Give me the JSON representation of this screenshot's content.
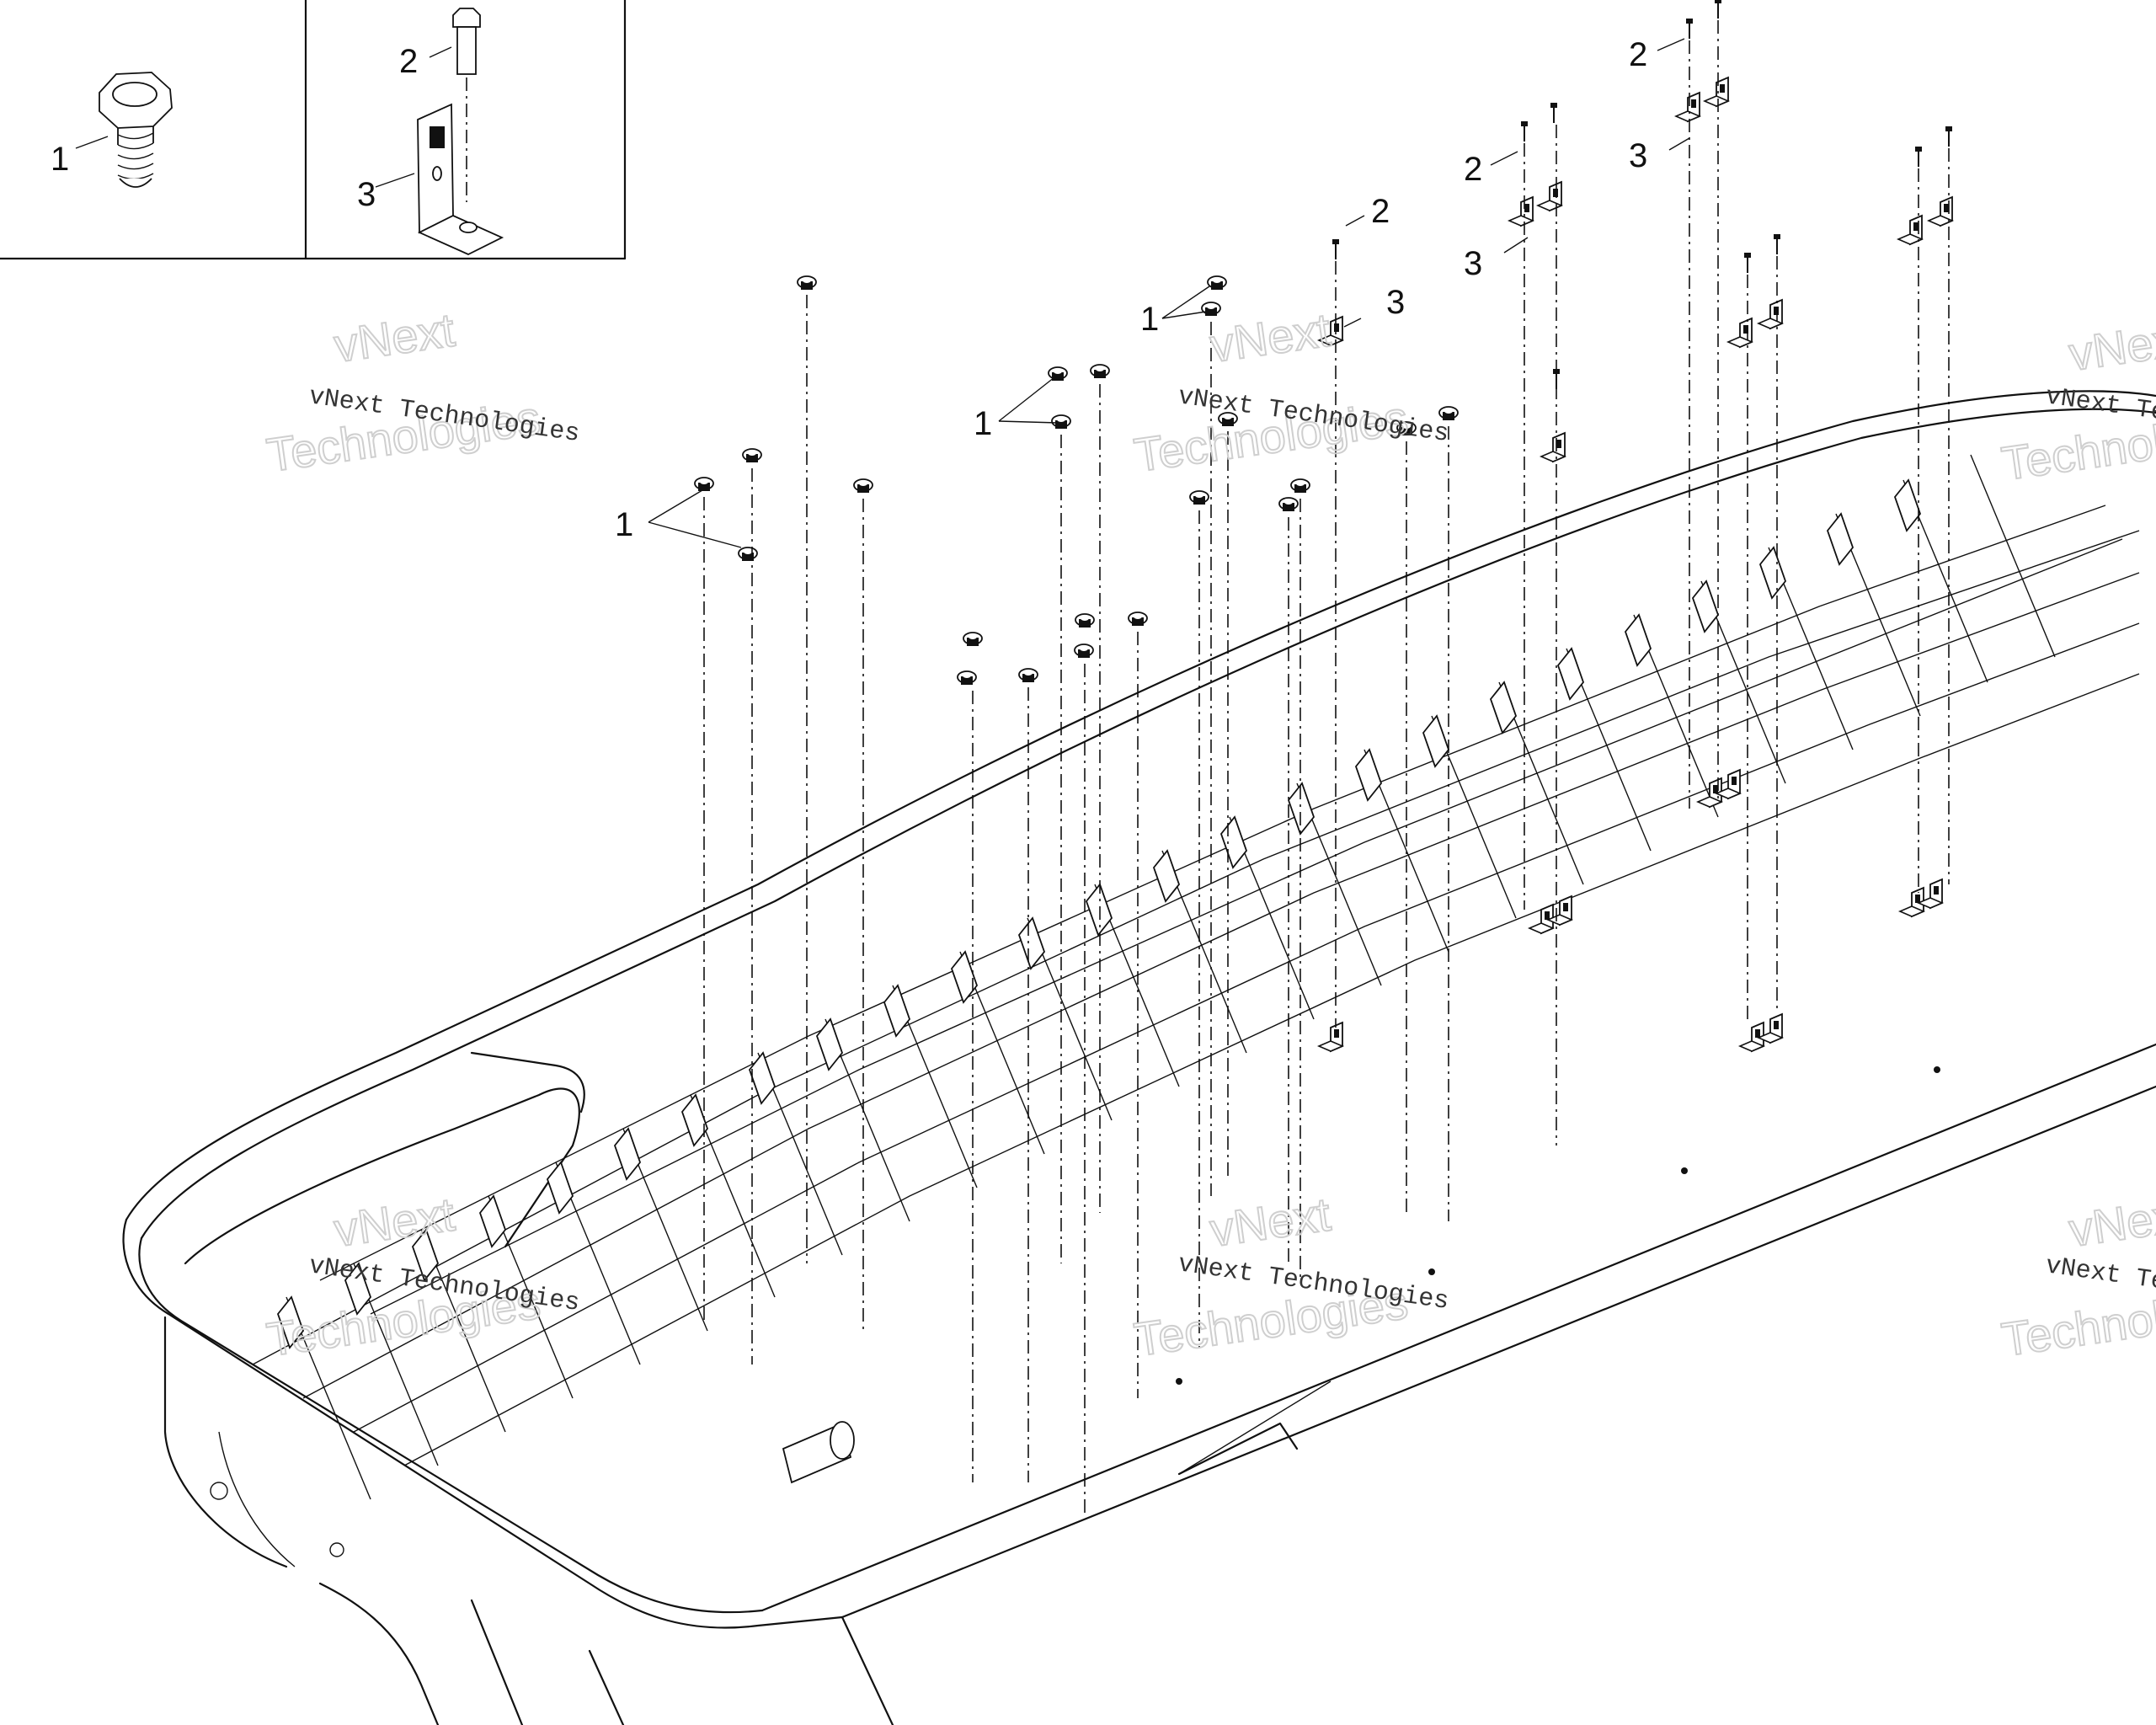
{
  "callouts": {
    "one": "1",
    "two": "2",
    "three": "3"
  },
  "watermark": {
    "line1": "vNext Technologies",
    "big_line1": "vNext",
    "big_line2": "Technologies"
  }
}
